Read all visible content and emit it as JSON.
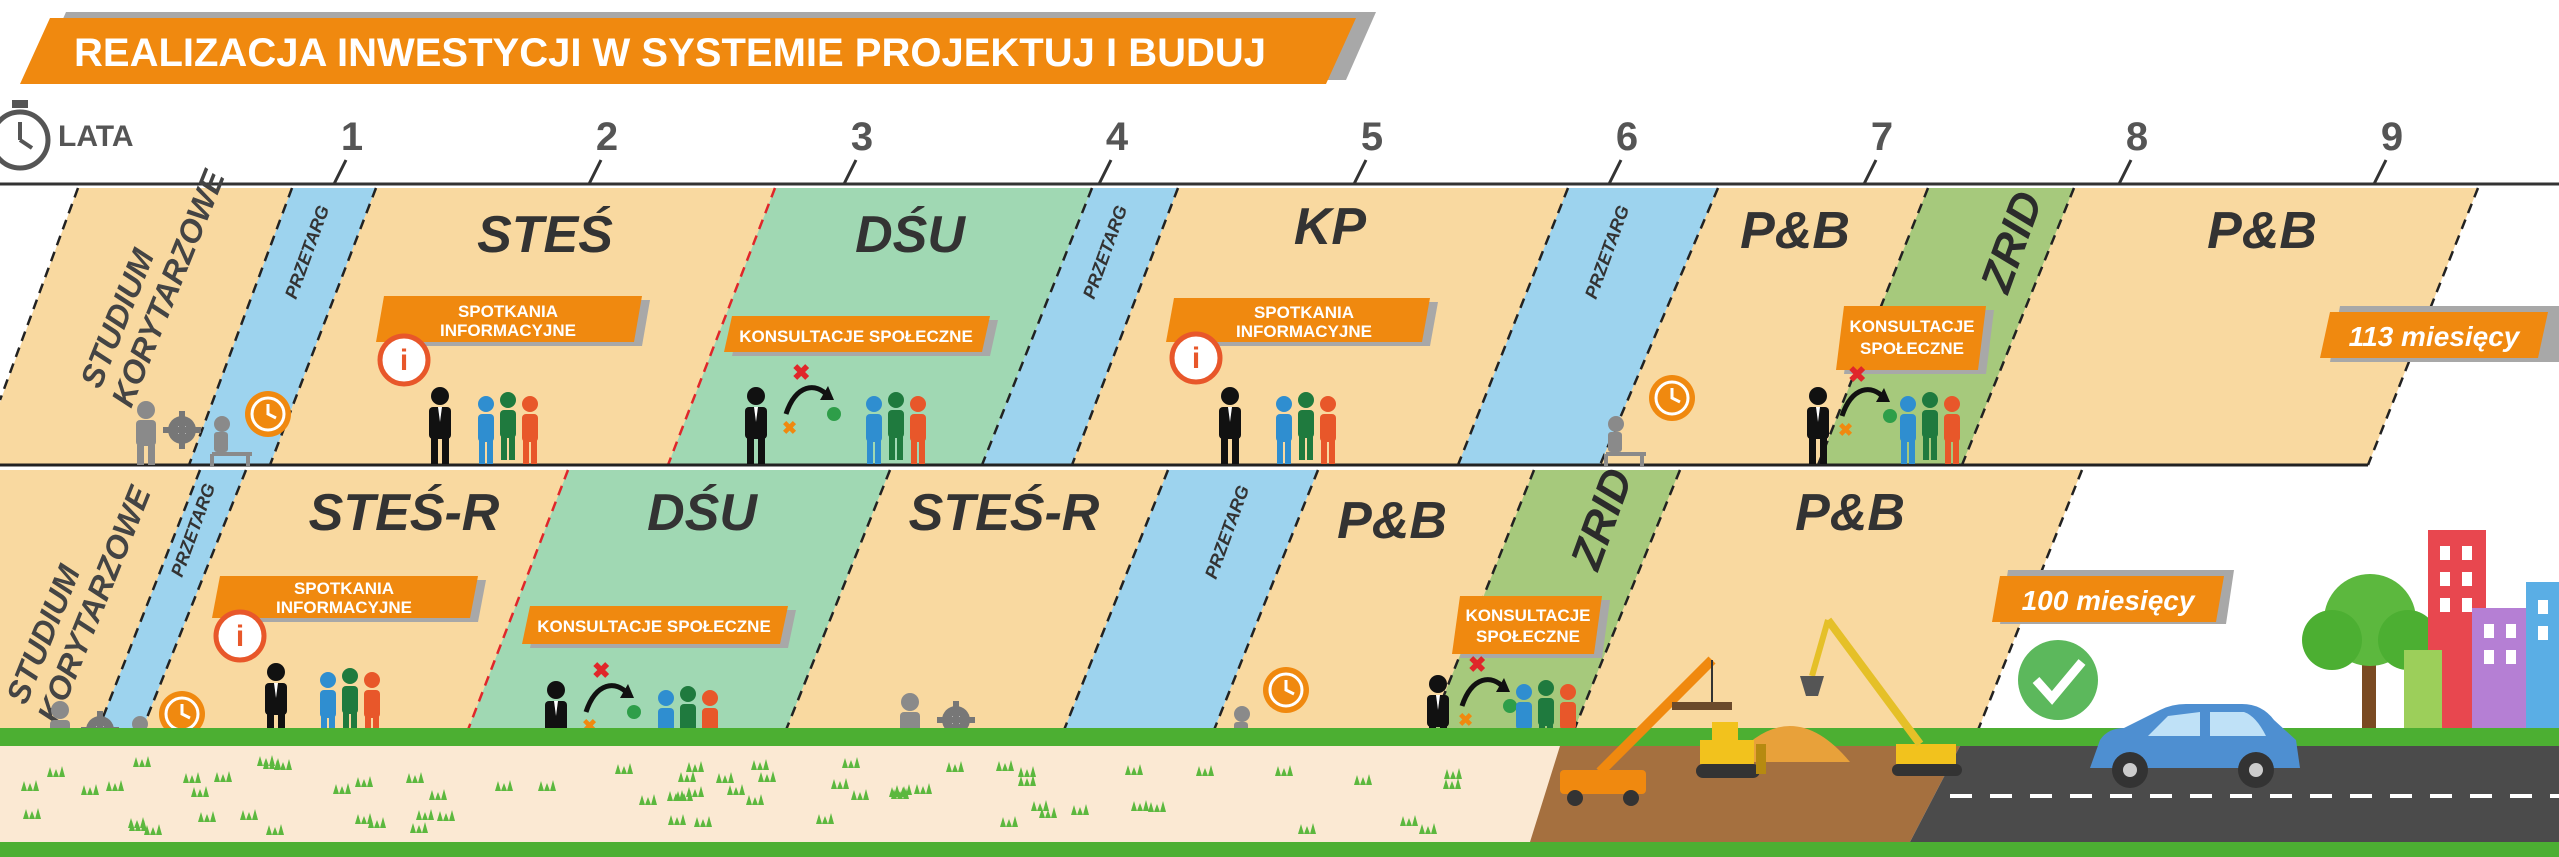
{
  "title": "REALIZACJA INWESTYCJI W SYSTEMIE PROJEKTUJ I BUDUJ",
  "timeline": {
    "unit_label": "LATA",
    "years": [
      "1",
      "2",
      "3",
      "4",
      "5",
      "6",
      "7",
      "8",
      "9"
    ]
  },
  "upper_row": {
    "studium": [
      "STUDIUM",
      "KORYTARZOWE"
    ],
    "przetarg": "PRZETARG",
    "phases": [
      "STEŚ",
      "DŚU",
      "KP",
      "P&B",
      "ZRID",
      "P&B"
    ],
    "labels": {
      "spotkania_1": [
        "SPOTKANIA",
        "INFORMACYJNE"
      ],
      "konsultacje_1": "KONSULTACJE SPOŁECZNE",
      "spotkania_2": [
        "SPOTKANIA",
        "INFORMACYJNE"
      ],
      "konsultacje_2": [
        "KONSULTACJE",
        "SPOŁECZNE"
      ]
    },
    "duration": "113 miesięcy"
  },
  "lower_row": {
    "studium": [
      "STUDIUM",
      "KORYTARZOWE"
    ],
    "przetarg": "PRZETARG",
    "phases": [
      "STEŚ-R",
      "DŚU",
      "STEŚ-R",
      "P&B",
      "ZRID",
      "P&B"
    ],
    "labels": {
      "spotkania": [
        "SPOTKANIA",
        "INFORMACYJNE"
      ],
      "konsultacje_1": "KONSULTACJE SPOŁECZNE",
      "konsultacje_2": [
        "KONSULTACJE",
        "SPOŁECZNE"
      ]
    },
    "duration": "100 miesięcy"
  },
  "colors": {
    "orange": "#f0890f",
    "peach": "#f9d9a0",
    "blue": "#9dd3ee",
    "green": "#a0d8b3",
    "olive": "#a6c97c",
    "grass": "#4caf32",
    "sand": "#fbe9d3",
    "dirt": "#a5703f",
    "road": "#4b4b4b",
    "car": "#4e8fd1"
  },
  "icons": [
    "stopwatch-icon",
    "info-icon",
    "clock-icon",
    "gear-icon",
    "checkmark-icon",
    "crane-icon",
    "excavator-icon",
    "bulldozer-icon",
    "car-icon",
    "tree-icon",
    "building-icon"
  ]
}
